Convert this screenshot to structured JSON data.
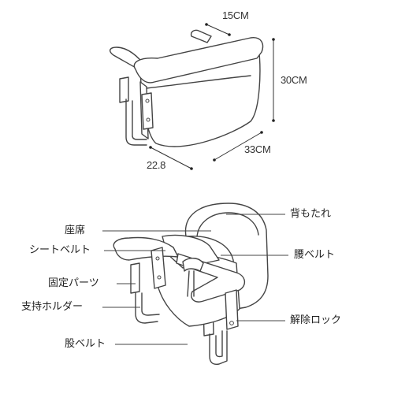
{
  "dimensions": {
    "depth_top": "15CM",
    "height": "30CM",
    "width": "33CM",
    "depth_side": "22.8"
  },
  "parts": {
    "backrest": "背もたれ",
    "seat": "座席",
    "seat_belt": "シートベルト",
    "waist_belt": "腰ベルト",
    "fixing_parts": "固定パーツ",
    "support_holder": "支持ホルダー",
    "release_lock": "解除ロック",
    "crotch_belt": "股ベルト"
  }
}
